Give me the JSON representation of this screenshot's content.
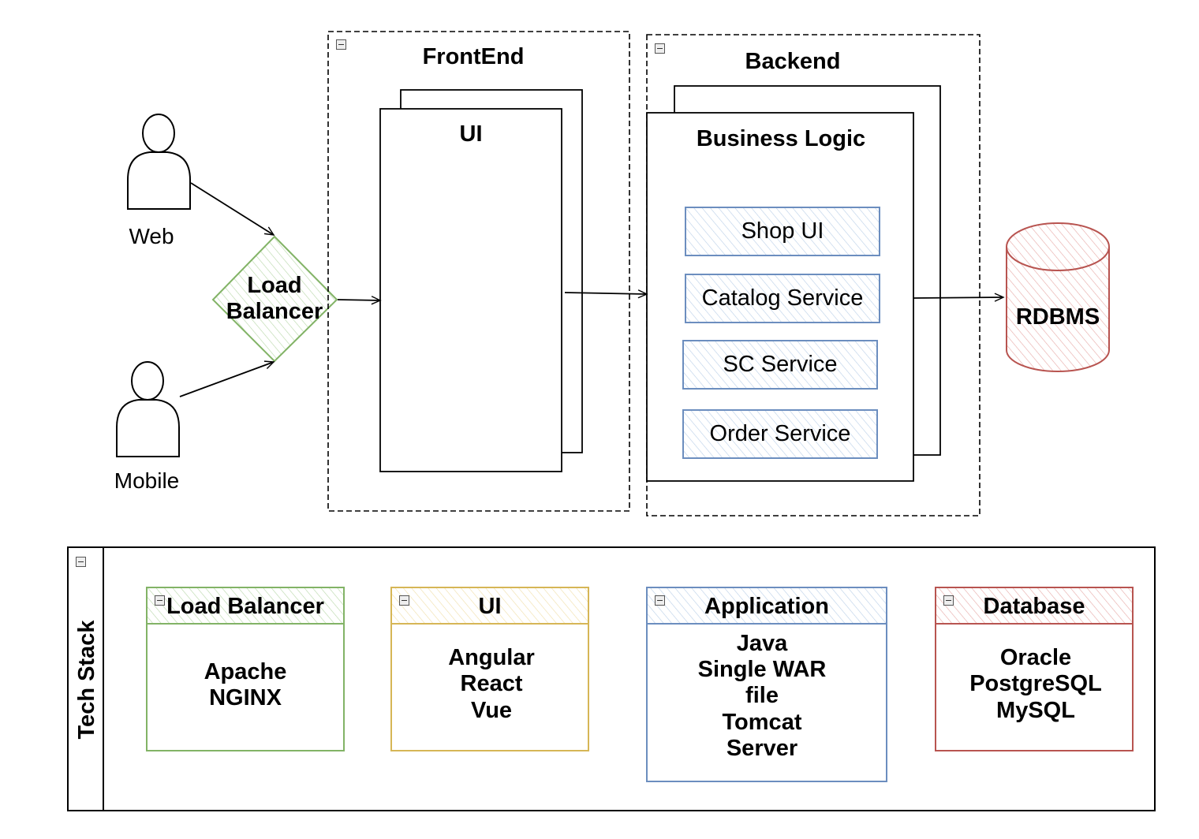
{
  "actors": {
    "web": "Web",
    "mobile": "Mobile"
  },
  "load_balancer": {
    "label": "Load Balancer",
    "line1": "Load",
    "line2": "Balancer"
  },
  "frontend": {
    "title": "FrontEnd",
    "ui": "UI"
  },
  "backend": {
    "title": "Backend",
    "business_logic": "Business Logic",
    "services": [
      "Shop UI",
      "Catalog Service",
      "SC Service",
      "Order Service"
    ]
  },
  "database": {
    "label": "RDBMS"
  },
  "tech_stack": {
    "title": "Tech Stack",
    "cards": [
      {
        "title": "Load Balancer",
        "items": [
          "Apache",
          "NGINX"
        ]
      },
      {
        "title": "UI",
        "items": [
          "Angular",
          "React",
          "Vue"
        ]
      },
      {
        "title": "Application",
        "items": [
          "Java",
          "Single WAR",
          "file",
          "Tomcat",
          "Server"
        ]
      },
      {
        "title": "Database",
        "items": [
          "Oracle",
          "PostgreSQL",
          "MySQL"
        ]
      }
    ]
  },
  "colors": {
    "green": "#82b366",
    "green_fill": "#d5e8d4",
    "yellow": "#d6b656",
    "yellow_fill": "#fff2cc",
    "blue": "#6c8ebf",
    "blue_fill": "#dae8fc",
    "red": "#b85450",
    "red_fill": "#f8cecc"
  },
  "icons": [
    "actor-icon",
    "collapse-icon",
    "database-cylinder-icon",
    "arrow-icon"
  ]
}
